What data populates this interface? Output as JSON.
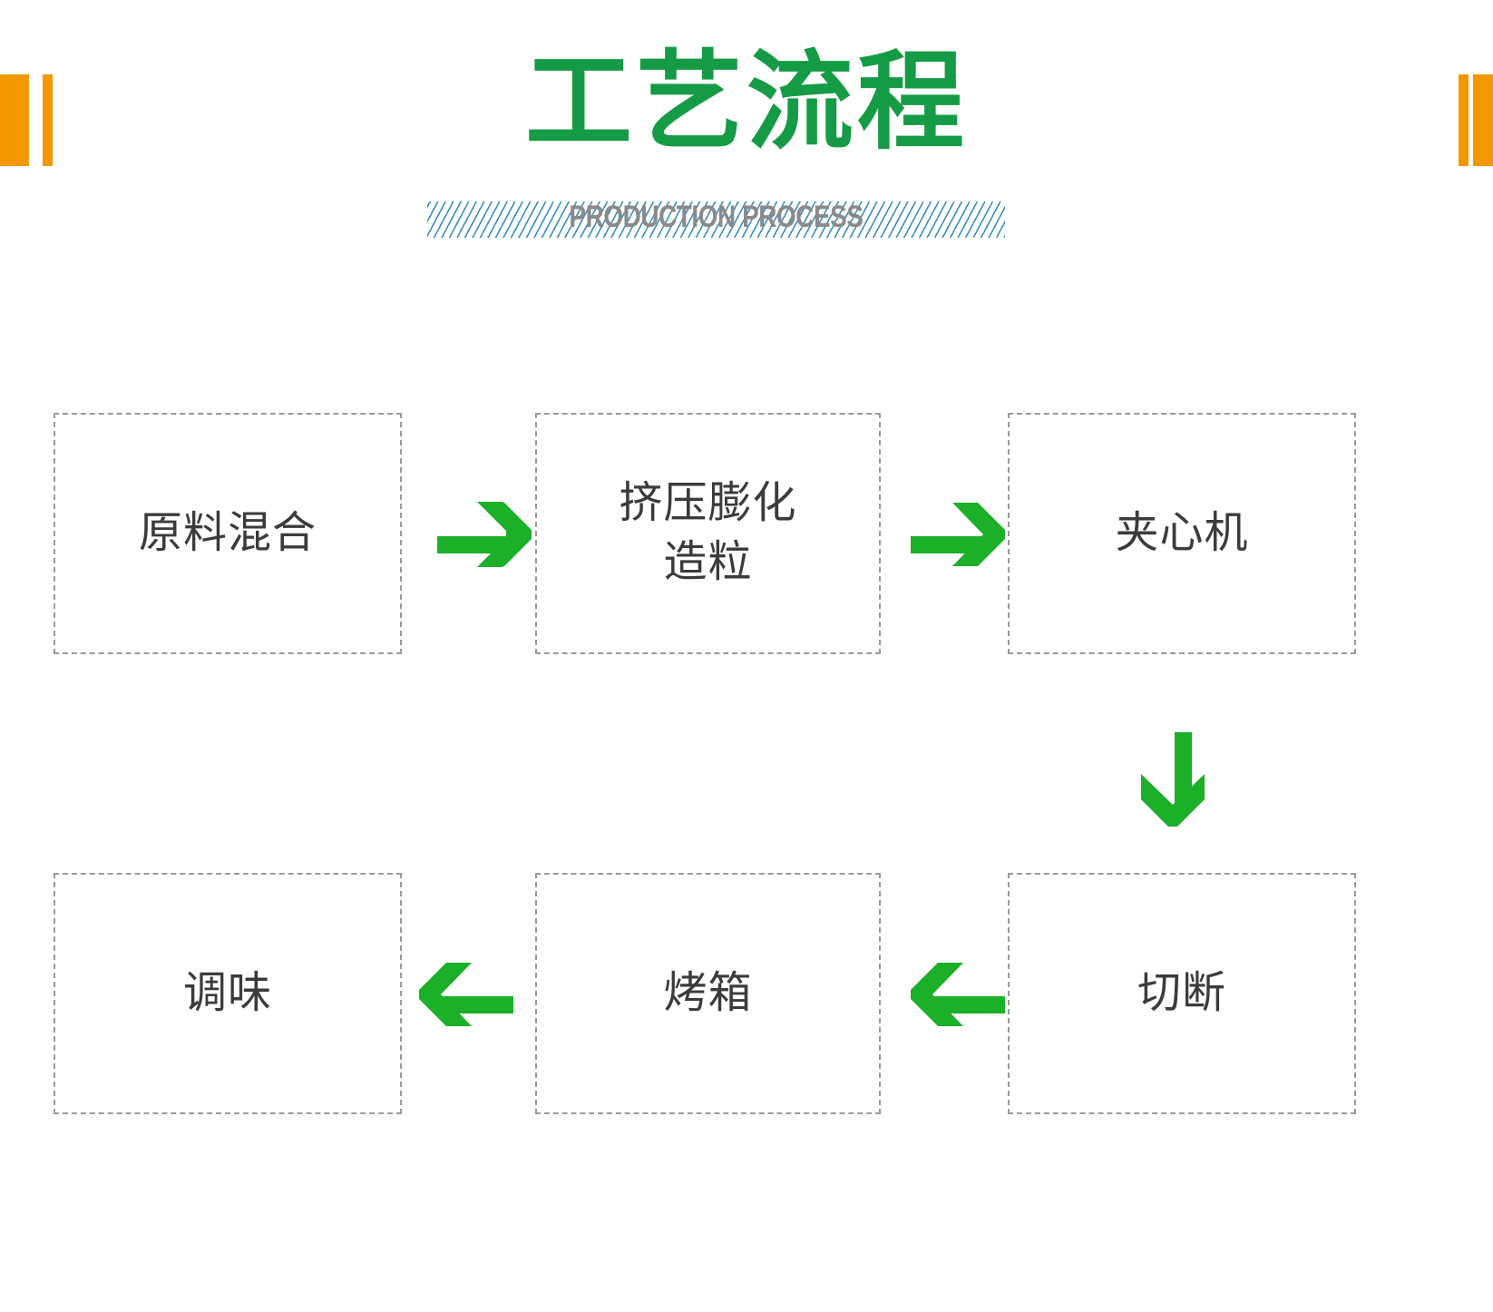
{
  "slide": {
    "title": "工艺流程",
    "subtitle": "PRODUCTION PROCESS",
    "background_color": "#FFFFFF"
  },
  "colors": {
    "title_green": "#159B45",
    "arrow_green": "#1CAF28",
    "accent_orange": "#F39800",
    "hatch_blue": "#3F8FC4",
    "subtitle_gray": "#8A8A8A",
    "box_border_gray": "#9A9A9A",
    "box_text_gray": "#3B3B3B"
  },
  "decorations": {
    "left_thick_bar": "orange-bar",
    "left_thin_bar": "orange-bar",
    "right_thin_bar": "orange-bar",
    "right_thick_bar": "orange-bar"
  },
  "flow": {
    "steps": [
      {
        "id": 1,
        "label": "原料混合",
        "row": "top",
        "column": 1
      },
      {
        "id": 2,
        "label": "挤压膨化\n造粒",
        "row": "top",
        "column": 2
      },
      {
        "id": 3,
        "label": "夹心机",
        "row": "top",
        "column": 3
      },
      {
        "id": 4,
        "label": "切断",
        "row": "bottom",
        "column": 3
      },
      {
        "id": 5,
        "label": "烤箱",
        "row": "bottom",
        "column": 2
      },
      {
        "id": 6,
        "label": "调味",
        "row": "bottom",
        "column": 1
      }
    ],
    "connectors": [
      {
        "id": "a1",
        "from": 1,
        "to": 2,
        "direction": "right"
      },
      {
        "id": "a2",
        "from": 2,
        "to": 3,
        "direction": "right"
      },
      {
        "id": "a3",
        "from": 3,
        "to": 4,
        "direction": "down"
      },
      {
        "id": "a4",
        "from": 4,
        "to": 5,
        "direction": "left"
      },
      {
        "id": "a5",
        "from": 5,
        "to": 6,
        "direction": "left"
      }
    ]
  }
}
